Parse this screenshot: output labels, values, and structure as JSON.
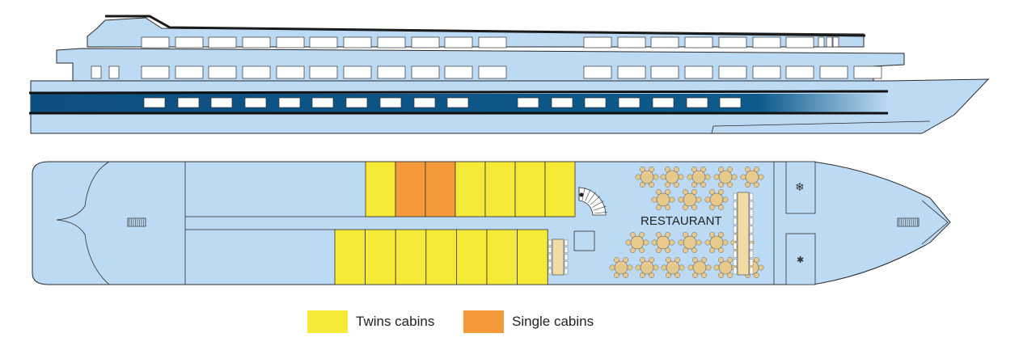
{
  "colors": {
    "hull": "#bcdaf3",
    "outline": "#2a2a2a",
    "stripe": "#0d5a8c",
    "twin": "#f5ea38",
    "single": "#f59a3b",
    "table": "#e8c98c",
    "restaurant_table": "#f2dca6"
  },
  "labels": {
    "restaurant": "RESTAURANT"
  },
  "legend": [
    {
      "key": "twin",
      "label": "Twins cabins",
      "color": "#f5ea38"
    },
    {
      "key": "single",
      "label": "Single cabins",
      "color": "#f59a3b"
    }
  ],
  "icons": [
    "stairs-icon",
    "spiral-staircase-icon",
    "snowflake-icon",
    "asterisk-icon"
  ]
}
